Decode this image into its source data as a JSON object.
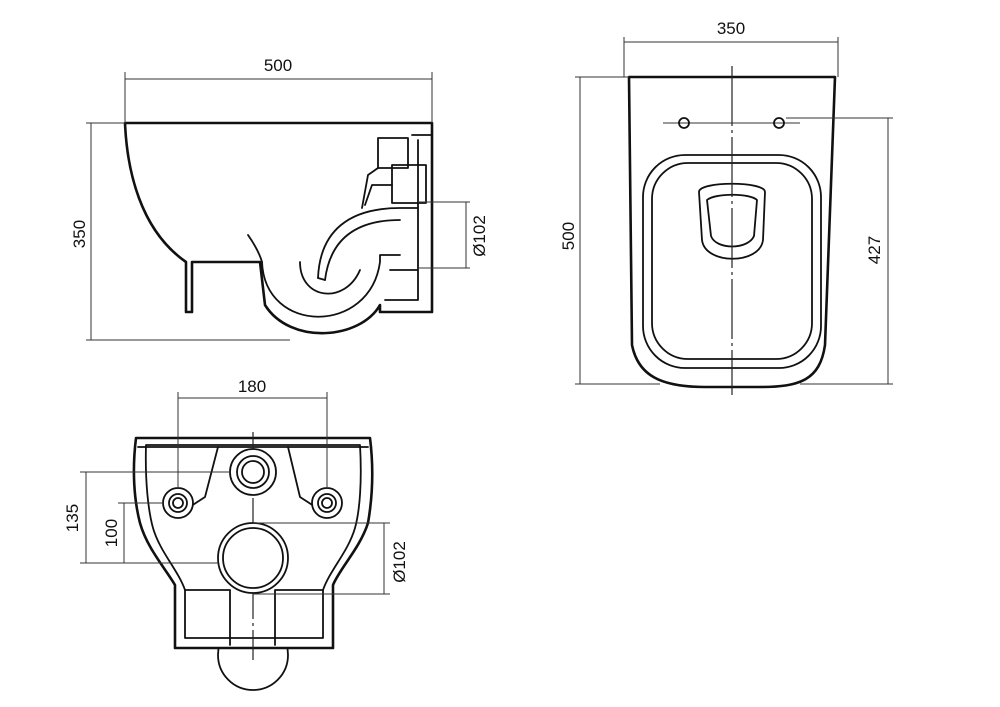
{
  "side_view": {
    "width_label": "500",
    "height_label": "350",
    "outlet_label": "Ø102"
  },
  "top_view": {
    "width_label": "350",
    "length_label": "500",
    "depth_label": "427"
  },
  "back_view": {
    "bolt_spacing_label": "180",
    "upper_height_label": "135",
    "lower_height_label": "100",
    "outlet_label": "Ø102"
  }
}
